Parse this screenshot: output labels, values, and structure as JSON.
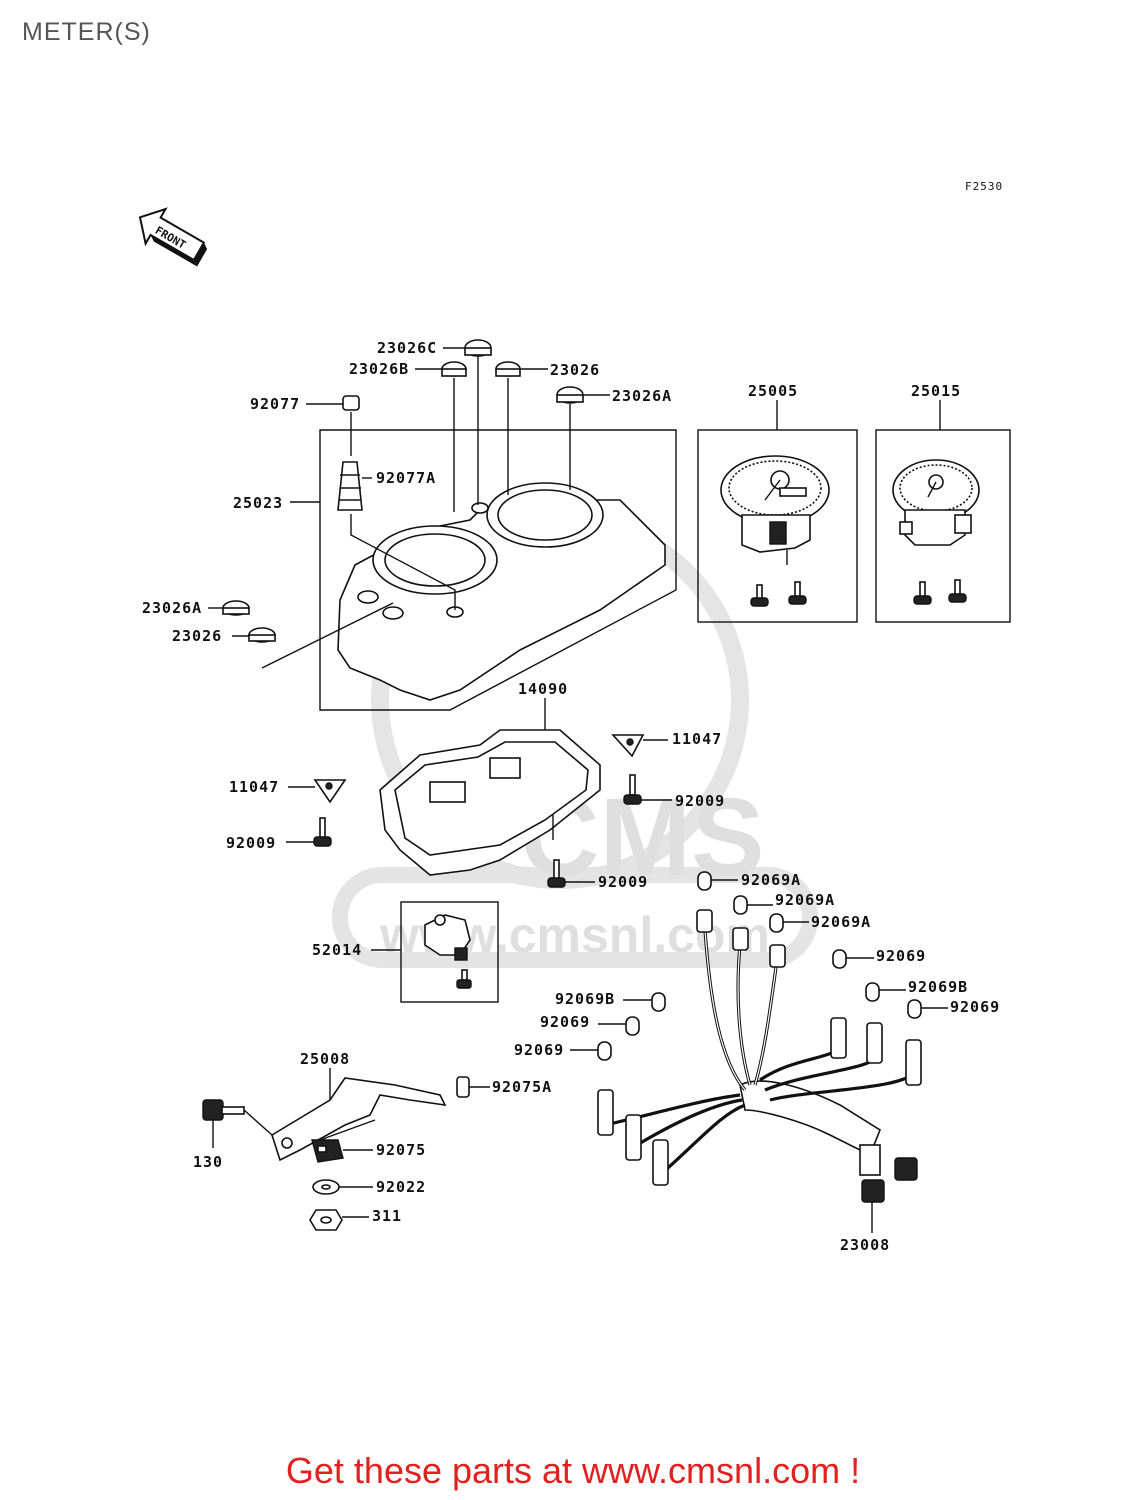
{
  "header": {
    "title": "METER(S)"
  },
  "figure_code": "F2530",
  "front_label": "FRONT",
  "watermark": {
    "brand": "CMS",
    "url": "www.cmsnl.com"
  },
  "labels": {
    "p23026C": "23026C",
    "p23026B": "23026B",
    "p23026_top": "23026",
    "p23026A_top": "23026A",
    "p92077": "92077",
    "p92077A": "92077A",
    "p25023": "25023",
    "p23026A_left": "23026A",
    "p23026_left": "23026",
    "p25005": "25005",
    "p25015": "25015",
    "p14090": "14090",
    "p11047_right": "11047",
    "p11047_left": "11047",
    "p92009_right": "92009",
    "p92009_left": "92009",
    "p92009_bottom": "92009",
    "p52014": "52014",
    "p92069A_1": "92069A",
    "p92069A_2": "92069A",
    "p92069A_3": "92069A",
    "p92069_r1": "92069",
    "p92069B_r": "92069B",
    "p92069_r2": "92069",
    "p92069B_l": "92069B",
    "p92069_l1": "92069",
    "p92069_l2": "92069",
    "p25008": "25008",
    "p92075A": "92075A",
    "p130": "130",
    "p92075": "92075",
    "p92022": "92022",
    "p311": "311",
    "p23008": "23008"
  },
  "footer": {
    "promo": "Get these parts at www.cmsnl.com !"
  }
}
